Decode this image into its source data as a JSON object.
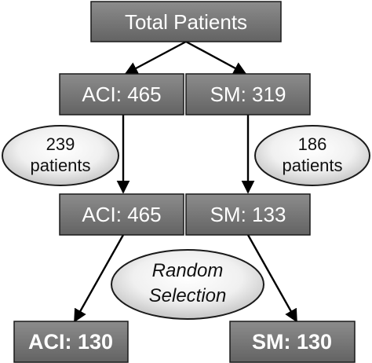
{
  "nodes": {
    "total": "Total Patients",
    "aci_initial": "ACI: 465",
    "sm_initial": "SM: 319",
    "aci_filtered": "ACI: 465",
    "sm_filtered": "SM: 133",
    "aci_final": "ACI: 130",
    "sm_final": "SM: 130"
  },
  "annotations": {
    "aci_excluded": [
      "239",
      "patients"
    ],
    "sm_excluded": [
      "186",
      "patients"
    ],
    "selection": [
      "Random",
      "Selection"
    ]
  },
  "colors": {
    "box_fill_top": "#8c8c8c",
    "box_fill_bottom": "#636363",
    "oval_fill_light": "#ffffff",
    "oval_fill_dark": "#c9c9c9",
    "arrow": "#000000"
  }
}
